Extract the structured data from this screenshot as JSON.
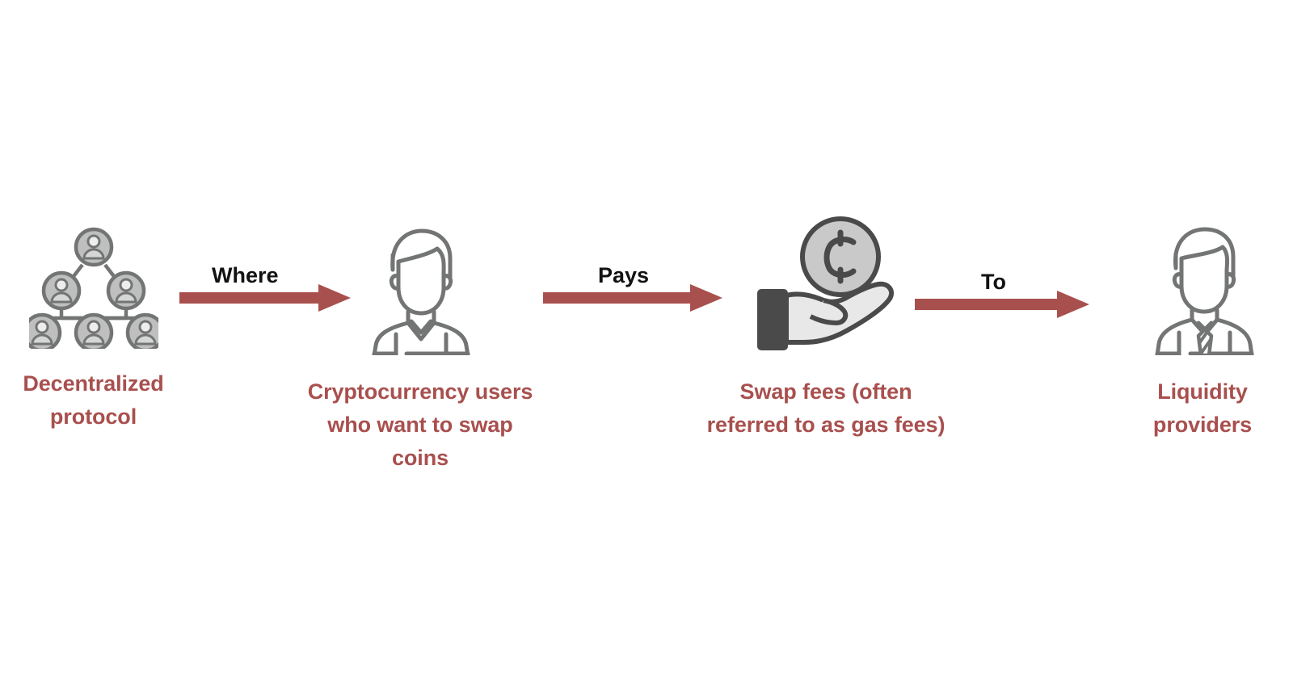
{
  "diagram": {
    "title": "Decentralized protocol swap fee flow",
    "background_color": "#ffffff",
    "accent_color": "#A8504E",
    "icon_color": "#6E7070",
    "arrow_label_color": "#121212",
    "nodes": [
      {
        "id": "protocol",
        "icon": "network-tree-icon",
        "label": "Decentralized protocol"
      },
      {
        "id": "users",
        "icon": "person-icon",
        "label": "Cryptocurrency users who want to swap coins"
      },
      {
        "id": "fees",
        "icon": "hand-holding-coin-icon",
        "label": "Swap fees (often referred to as gas fees)"
      },
      {
        "id": "providers",
        "icon": "businessman-icon",
        "label": "Liquidity providers"
      }
    ],
    "arrows": [
      {
        "id": "where",
        "label": "Where",
        "from": "protocol",
        "to": "users"
      },
      {
        "id": "pays",
        "label": "Pays",
        "from": "users",
        "to": "fees"
      },
      {
        "id": "to",
        "label": "To",
        "from": "fees",
        "to": "providers"
      }
    ]
  }
}
